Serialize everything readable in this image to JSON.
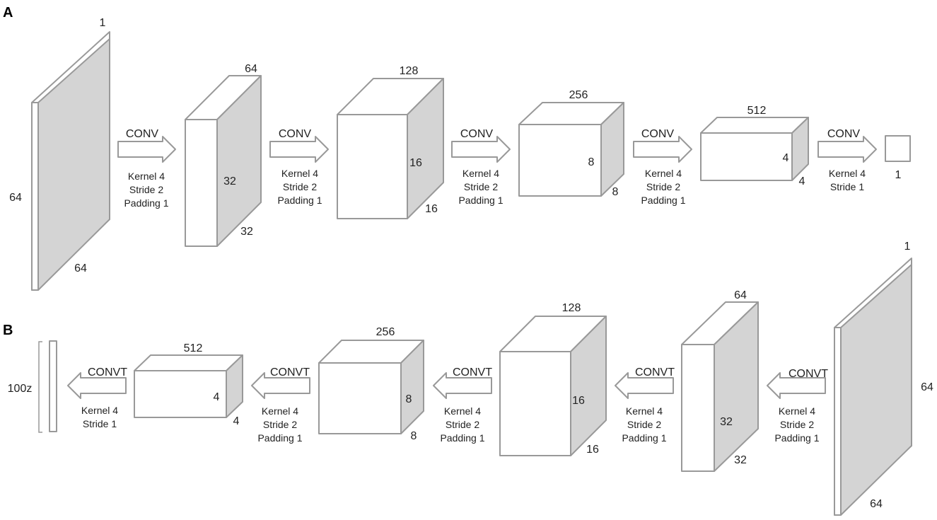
{
  "panels": {
    "a": "A",
    "b": "B"
  },
  "encoder": {
    "blocks": [
      {
        "top": "1",
        "left": "64",
        "bottom": "64"
      },
      {
        "top": "64",
        "side": "32",
        "bottom": "32"
      },
      {
        "top": "128",
        "side": "16",
        "bottom": "16"
      },
      {
        "top": "256",
        "side": "8",
        "bottom": "8"
      },
      {
        "top": "512",
        "side": "4",
        "bottom": "4"
      },
      {
        "bottom": "1"
      }
    ],
    "ops": [
      {
        "name": "CONV",
        "lines": [
          "Kernel 4",
          "Stride 2",
          "Padding 1"
        ]
      },
      {
        "name": "CONV",
        "lines": [
          "Kernel 4",
          "Stride 2",
          "Padding 1"
        ]
      },
      {
        "name": "CONV",
        "lines": [
          "Kernel 4",
          "Stride 2",
          "Padding 1"
        ]
      },
      {
        "name": "CONV",
        "lines": [
          "Kernel 4",
          "Stride 2",
          "Padding 1"
        ]
      },
      {
        "name": "CONV",
        "lines": [
          "Kernel 4",
          "Stride 1"
        ]
      }
    ]
  },
  "decoder": {
    "input": {
      "label": "100z"
    },
    "blocks": [
      {
        "top": "512",
        "side": "4",
        "bottom": "4"
      },
      {
        "top": "256",
        "side": "8",
        "bottom": "8"
      },
      {
        "top": "128",
        "side": "16",
        "bottom": "16"
      },
      {
        "top": "64",
        "side": "32",
        "bottom": "32"
      },
      {
        "top": "1",
        "right": "64",
        "bottom": "64"
      }
    ],
    "ops": [
      {
        "name": "CONVT",
        "lines": [
          "Kernel 4",
          "Stride 1"
        ]
      },
      {
        "name": "CONVT",
        "lines": [
          "Kernel 4",
          "Stride 2",
          "Padding 1"
        ]
      },
      {
        "name": "CONVT",
        "lines": [
          "Kernel 4",
          "Stride 2",
          "Padding 1"
        ]
      },
      {
        "name": "CONVT",
        "lines": [
          "Kernel 4",
          "Stride 2",
          "Padding 1"
        ]
      },
      {
        "name": "CONVT",
        "lines": [
          "Kernel 4",
          "Stride 2",
          "Padding 1"
        ]
      }
    ]
  }
}
